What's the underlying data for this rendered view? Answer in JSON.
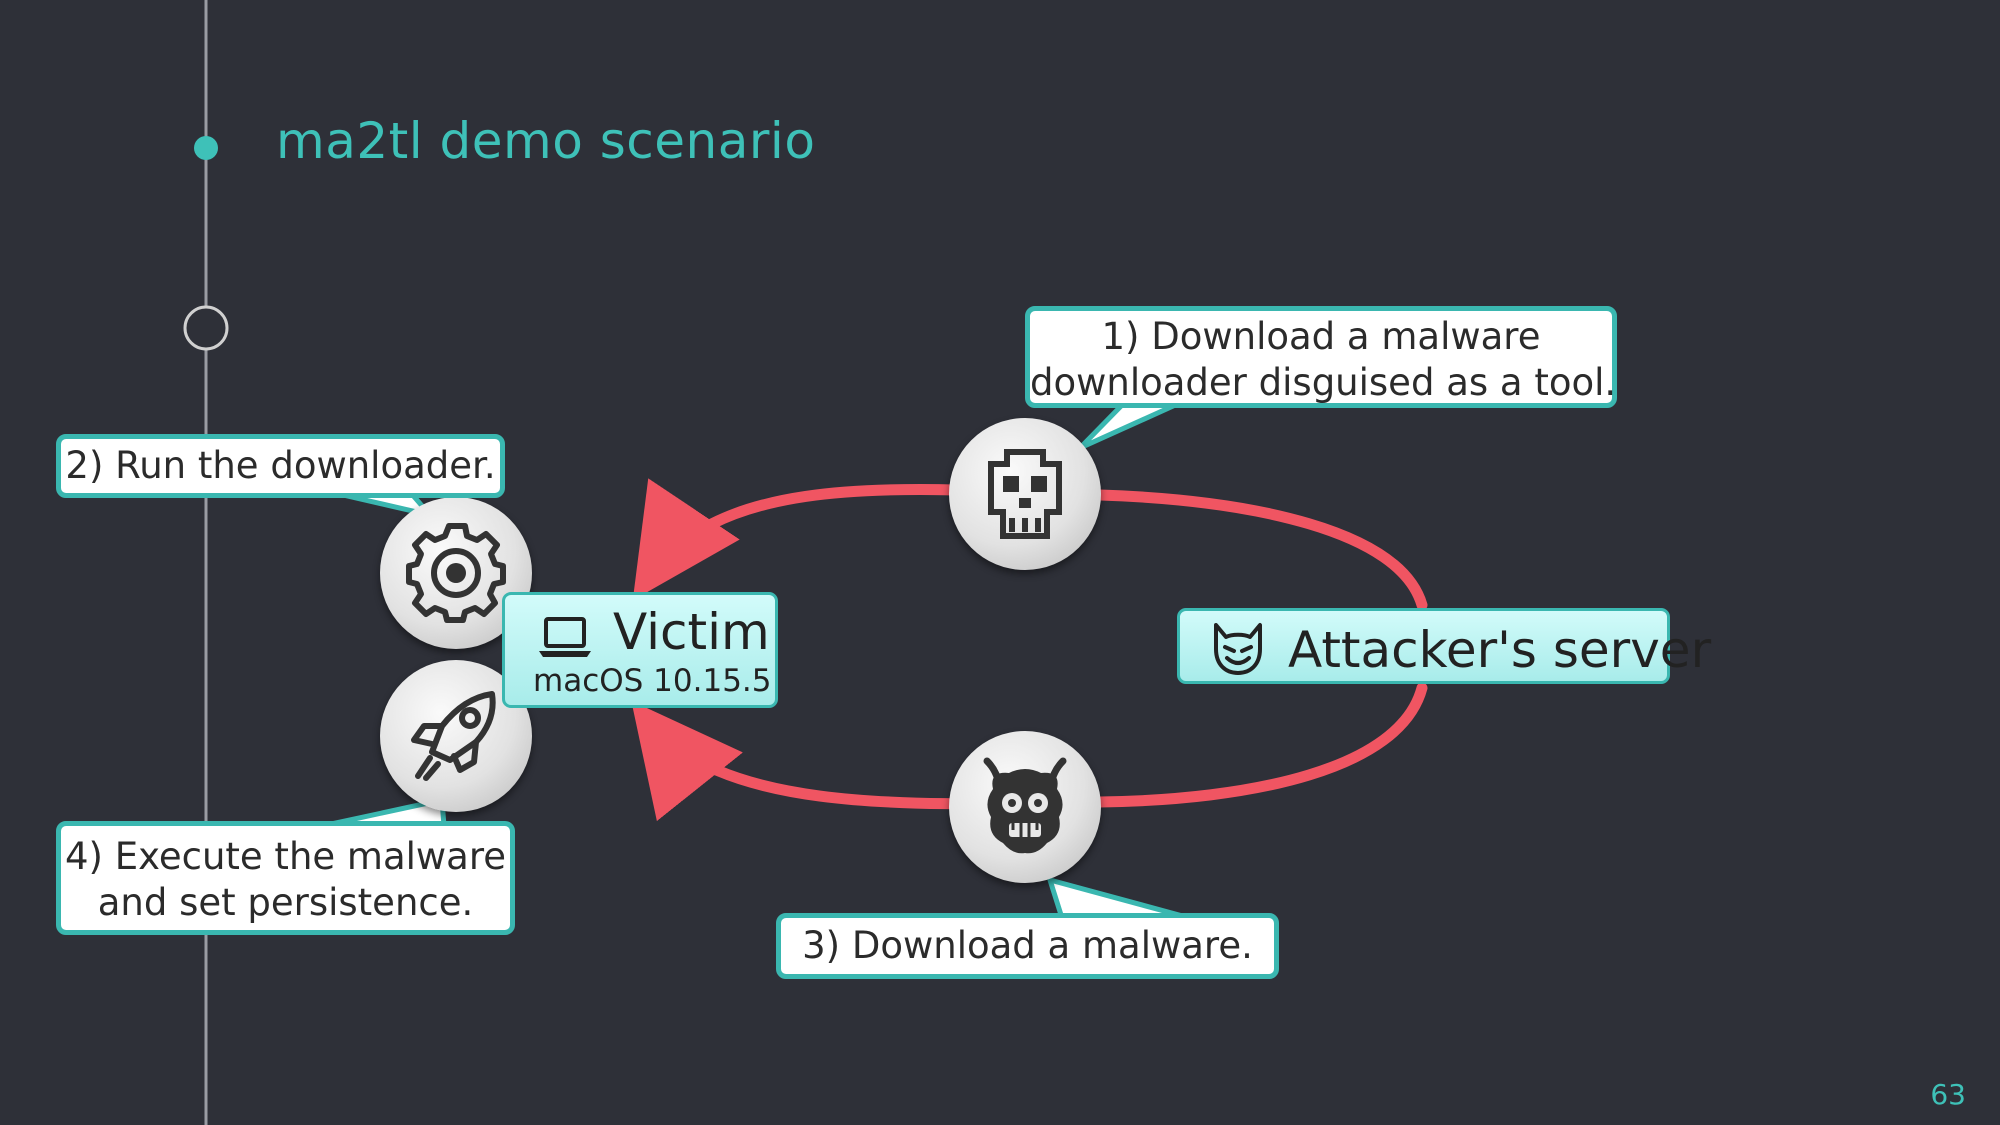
{
  "slide": {
    "title": "ma2tl demo scenario",
    "page_number": "63"
  },
  "nodes": {
    "victim": {
      "name": "Victim",
      "os": "macOS 10.15.5",
      "icon": "laptop-icon"
    },
    "attacker": {
      "name": "Attacker's server",
      "icon": "devil-icon"
    }
  },
  "steps": [
    {
      "lines": [
        "1) Download a malware",
        "downloader disguised as a tool."
      ],
      "icon": "pixel-skull-icon"
    },
    {
      "lines": [
        "2) Run the downloader."
      ],
      "icon": "gear-icon"
    },
    {
      "lines": [
        "3) Download a malware."
      ],
      "icon": "demon-mask-icon"
    },
    {
      "lines": [
        "4) Execute the malware",
        "and set persistence."
      ],
      "icon": "rocket-icon"
    }
  ],
  "colors": {
    "accent": "#3ec1b8",
    "callout_border": "#3ab7b0",
    "arrow": "#f05562",
    "background": "#2e3038"
  }
}
